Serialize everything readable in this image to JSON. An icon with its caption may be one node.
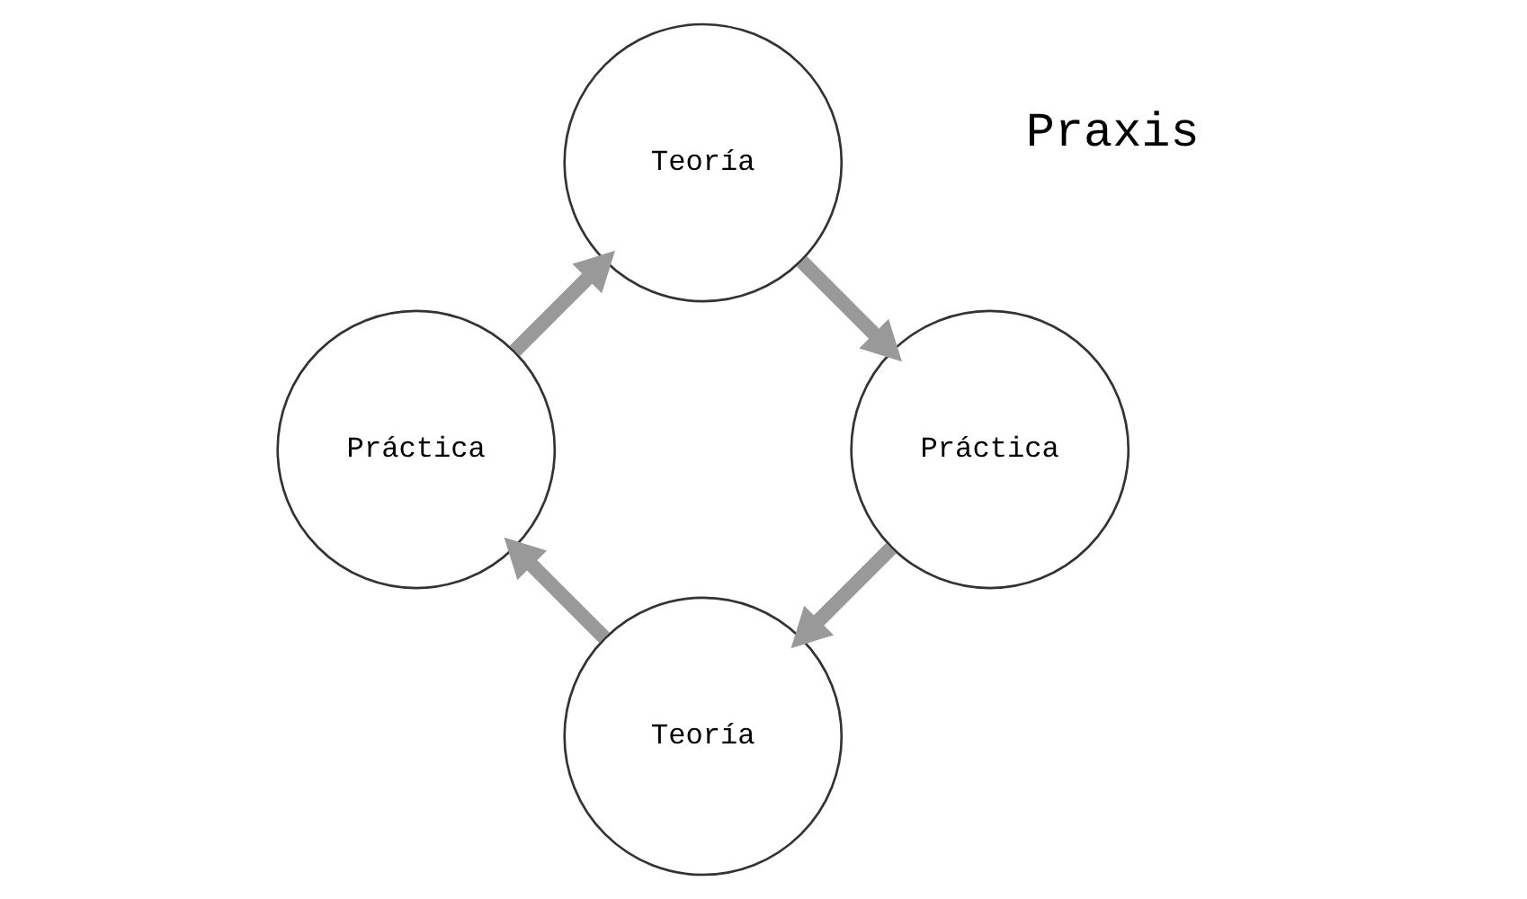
{
  "diagram": {
    "nodes": [
      {
        "text": [
          "Teoría"
        ]
      },
      {
        "text": [
          "Práctica"
        ]
      },
      {
        "text": [
          "Teoría"
        ]
      },
      {
        "text": [
          "Práctica"
        ]
      }
    ],
    "edges": [
      {
        "from": 0,
        "to": 1,
        "arrow": "to"
      },
      {
        "from": 1,
        "to": 2,
        "arrow": "to"
      },
      {
        "from": 2,
        "to": 3,
        "arrow": "to"
      },
      {
        "from": 3,
        "to": 0,
        "arrow": "to"
      }
    ],
    "labels": [
      "Praxis"
    ]
  }
}
